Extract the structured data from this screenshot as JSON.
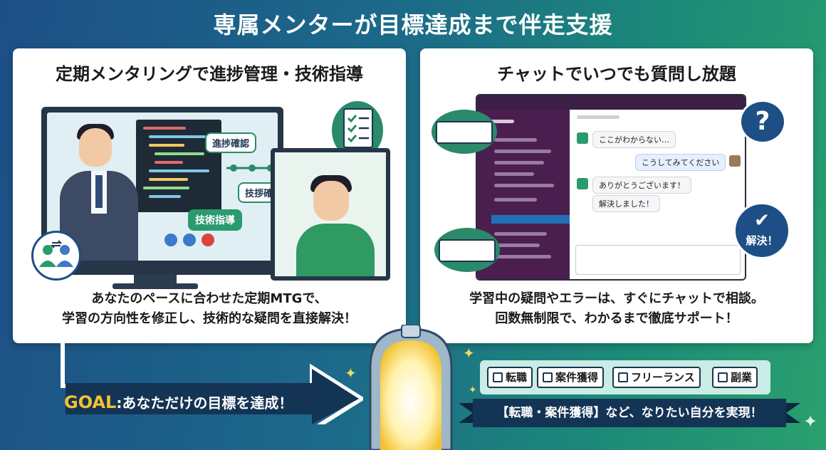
{
  "header": {
    "title": "専属メンターが目標達成まで伴走支援"
  },
  "left_card": {
    "title": "定期メンタリングで進捗管理・技術指導",
    "bubble_progress_1": "進捗確認",
    "bubble_progress_2": "技拶確認",
    "bubble_tech": "技術指導",
    "desc_line1": "あなたのペースに合わせた定期MTGで、",
    "desc_line2": "学習の方向性を修正し、技術的な疑問を直接解決！"
  },
  "right_card": {
    "title": "チャットでいつでも質問し放題",
    "chat": {
      "msg1": "ここがわからない…",
      "msg2": "こうしてみてください",
      "msg3": "ありがとうございます！",
      "msg4": "解決しました！"
    },
    "question_mark": "?",
    "solved_label": "解決！",
    "desc_line1": "学習中の疑問やエラーは、すぐにチャットで相談。",
    "desc_line2": "回数無制限で、わかるまで徹底サポート！"
  },
  "goal": {
    "label": "GOAL",
    "text": ":あなただけの目標を達成！"
  },
  "tags": [
    "転職",
    "案件獲得",
    "フリーランス",
    "副業"
  ],
  "ribbon": {
    "text": "【転職・案件獲得】など、なりたい自分を実現！"
  },
  "colors": {
    "brand_blue": "#1d4f86",
    "brand_green": "#2a8a6a",
    "goal_yellow": "#f2c230",
    "ribbon_navy": "#143455"
  }
}
